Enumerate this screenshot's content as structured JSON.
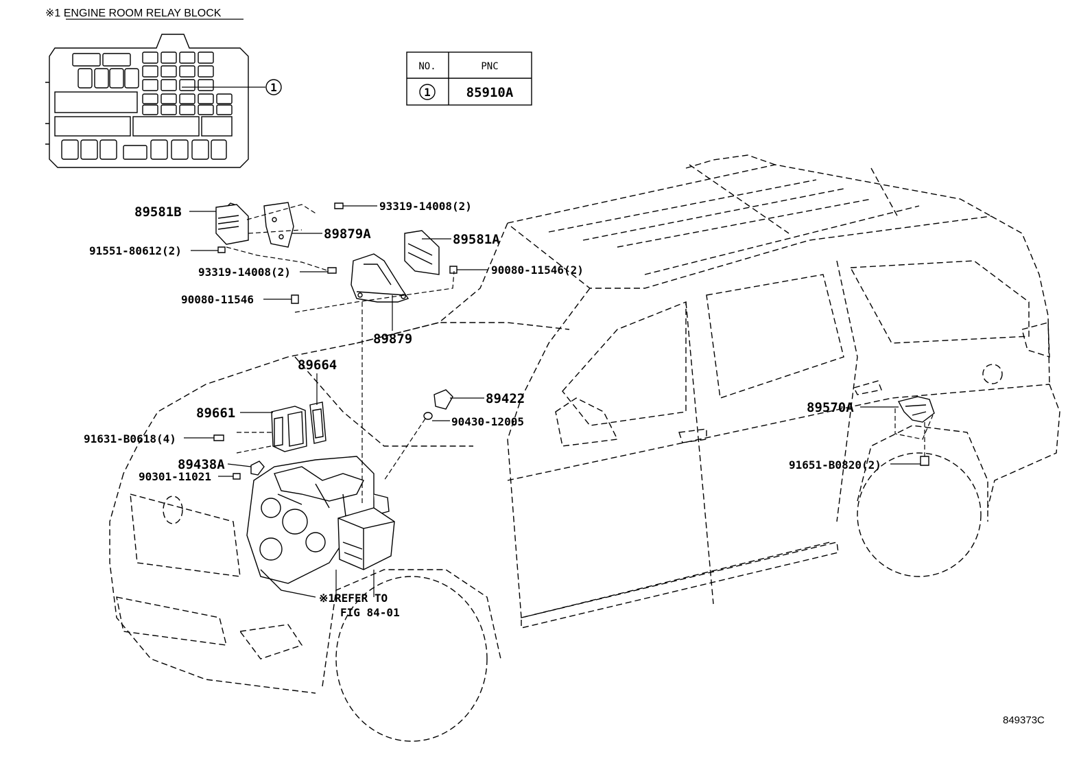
{
  "relay_block": {
    "title": "※1 ENGINE ROOM RELAY BLOCK",
    "callout": "1"
  },
  "pnc_table": {
    "col_no": "NO.",
    "col_pnc": "PNC",
    "rows": [
      {
        "no": "1",
        "pnc": "85910A"
      }
    ]
  },
  "parts": {
    "p89581B": "89581B",
    "p93319_top": "93319-14008(2)",
    "p89879A": "89879A",
    "p91551": "91551-80612(2)",
    "p93319_mid": "93319-14008(2)",
    "p89581A": "89581A",
    "p90080_2": "90080-11546(2)",
    "p90080": "90080-11546",
    "p89879": "89879",
    "p89664": "89664",
    "p89661": "89661",
    "p91631": "91631-B0618(4)",
    "p89438A": "89438A",
    "p90301": "90301-11021",
    "p89422": "89422",
    "p90430": "90430-12005",
    "p89570A": "89570A",
    "p91651": "91651-B0820(2)"
  },
  "refer_note": {
    "line1": "※1REFER TO",
    "line2": "FIG 84-01"
  },
  "figure_id": "849373C"
}
